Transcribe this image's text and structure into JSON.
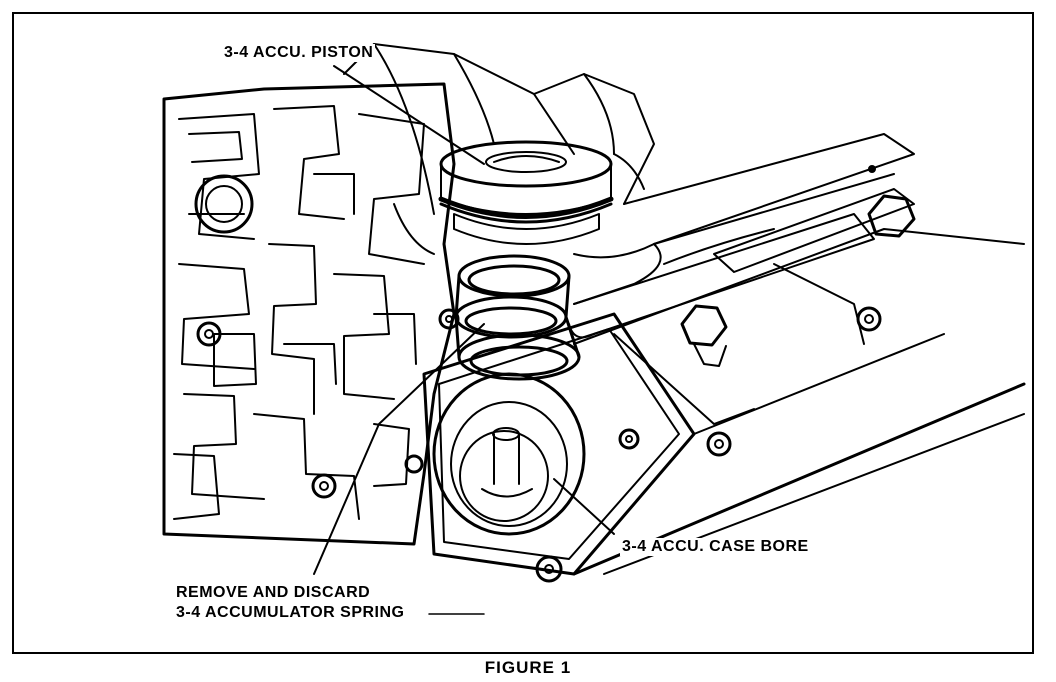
{
  "labels": {
    "piston": "3-4 ACCU. PISTON",
    "case_bore": "3-4 ACCU. CASE BORE",
    "spring_line1": "REMOVE AND DISCARD",
    "spring_line2": "3-4 ACCUMULATOR SPRING"
  },
  "caption": "FIGURE 1",
  "colors": {
    "ink": "#000000",
    "paper": "#ffffff"
  }
}
